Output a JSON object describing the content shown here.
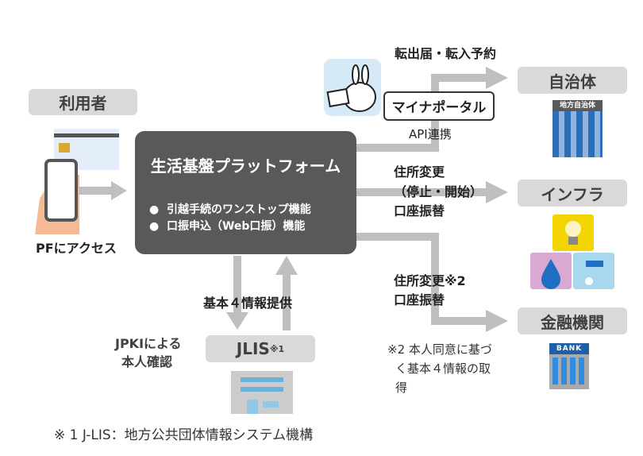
{
  "user": {
    "label": "利用者",
    "access": "PFにアクセス"
  },
  "platform": {
    "title": "生活基盤プラットフォーム",
    "bullets": [
      "引越手続のワンストップ機能",
      "口振申込（Web口振）機能"
    ]
  },
  "mynaportal": {
    "label": "マイナポータル",
    "api": "API連携",
    "top_text": "転出届・転入予約"
  },
  "targets": {
    "municipality": "自治体",
    "municipality_sign": "地方自治体",
    "infra": "インフラ",
    "bank": "金融機関",
    "bank_sign": "BANK"
  },
  "flows": {
    "infra": [
      "住所変更",
      "（停止・開始）",
      "口座振替"
    ],
    "bank": [
      "住所変更※2",
      "口座振替"
    ],
    "basic_info": "基本４情報提供"
  },
  "jlis": {
    "label": "JLIS",
    "sup": "※1",
    "jpki": [
      "JPKIによる",
      "本人確認"
    ]
  },
  "notes": {
    "note2": [
      "※2 本人同意に基づ",
      "く基本４情報の取",
      "得"
    ],
    "note1": "※ 1 J-LIS：地方公共団体情報システム機構"
  },
  "colors": {
    "arrow": "#bfbfbf",
    "box": "#d9d9d9",
    "platform": "#595959"
  }
}
